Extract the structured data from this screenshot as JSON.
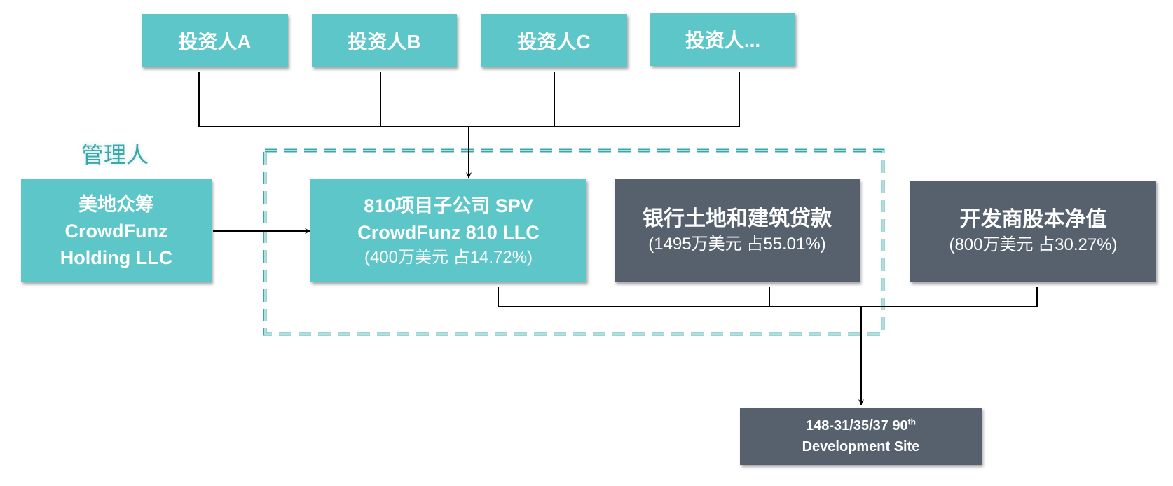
{
  "investors": [
    {
      "label": "投资人A"
    },
    {
      "label": "投资人B"
    },
    {
      "label": "投资人C"
    },
    {
      "label": "投资人..."
    }
  ],
  "manager": {
    "section_label": "管理人",
    "line1": "美地众筹",
    "line2": "CrowdFunz",
    "line3": "Holding LLC"
  },
  "spv": {
    "line1": "810项目子公司 SPV",
    "line2": "CrowdFunz 810 LLC",
    "line3": "(400万美元 占14.72%)"
  },
  "bank_loan": {
    "title": "银行土地和建筑贷款",
    "detail": "(1495万美元 占55.01%)"
  },
  "developer_equity": {
    "title": "开发商股本净值",
    "detail": "(800万美元 占30.27%)"
  },
  "site": {
    "line1_main": "148-31/35/37 90",
    "line1_sup": "th",
    "line2": "Development Site"
  },
  "colors": {
    "teal": "#5cc6c8",
    "slate": "#56616d",
    "dashed_border": "#3aa8aa",
    "connector": "#000000"
  }
}
